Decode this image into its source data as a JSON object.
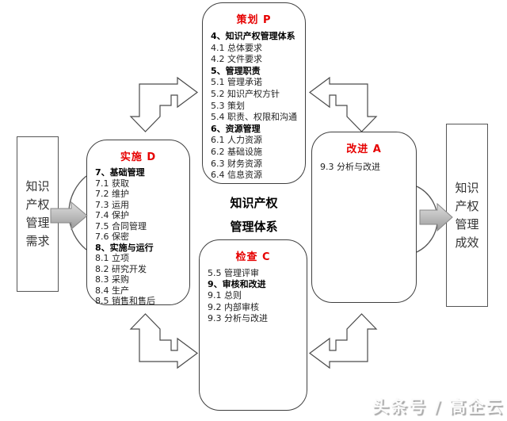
{
  "colors": {
    "accent_red": "#e60000",
    "box_border": "#3f3f3f",
    "text_dark": "#1a1a1a",
    "cycle_arrow_fill": "#ffffff",
    "block_arrow_gray": "#bdbdbd"
  },
  "center": {
    "line1": "知识产权",
    "line2": "管理体系"
  },
  "input_label": {
    "lines": [
      "知识",
      "产权",
      "管理",
      "需求"
    ]
  },
  "output_label": {
    "lines": [
      "知识",
      "产权",
      "管理",
      "成效"
    ]
  },
  "boxes": {
    "plan": {
      "title": "策划 P",
      "items": [
        {
          "text": "4、知识产权管理体系",
          "bold": true
        },
        {
          "text": "4.1 总体要求"
        },
        {
          "text": "4.2 文件要求"
        },
        {
          "text": "5、管理职责",
          "bold": true
        },
        {
          "text": "5.1 管理承诺"
        },
        {
          "text": "5.2 知识产权方针"
        },
        {
          "text": "5.3 策划"
        },
        {
          "text": "5.4 职责、权限和沟通"
        },
        {
          "text": "6、资源管理",
          "bold": true
        },
        {
          "text": "6.1 人力资源"
        },
        {
          "text": "6.2 基础设施"
        },
        {
          "text": "6.3 财务资源"
        },
        {
          "text": "6.4 信息资源"
        }
      ]
    },
    "do": {
      "title": "实施 D",
      "items": [
        {
          "text": "7、基础管理",
          "bold": true
        },
        {
          "text": "7.1 获取"
        },
        {
          "text": "7.2 维护"
        },
        {
          "text": "7.3 运用"
        },
        {
          "text": "7.4 保护"
        },
        {
          "text": "7.5 合同管理"
        },
        {
          "text": "7.6 保密"
        },
        {
          "text": "8、实施与运行",
          "bold": true
        },
        {
          "text": "8.1 立项"
        },
        {
          "text": "8.2 研究开发"
        },
        {
          "text": "8.3 采购"
        },
        {
          "text": "8.4 生产"
        },
        {
          "text": "8.5 销售和售后"
        }
      ]
    },
    "act": {
      "title": "改进 A",
      "items": [
        {
          "text": "9.3 分析与改进"
        }
      ]
    },
    "check": {
      "title": "检查 C",
      "items": [
        {
          "text": "5.5 管理评审"
        },
        {
          "text": "9、审核和改进",
          "bold": true
        },
        {
          "text": "9.1 总则"
        },
        {
          "text": "9.2 内部审核"
        },
        {
          "text": "9.3 分析与改进"
        }
      ]
    }
  },
  "watermark": "头条号 / 高企云"
}
